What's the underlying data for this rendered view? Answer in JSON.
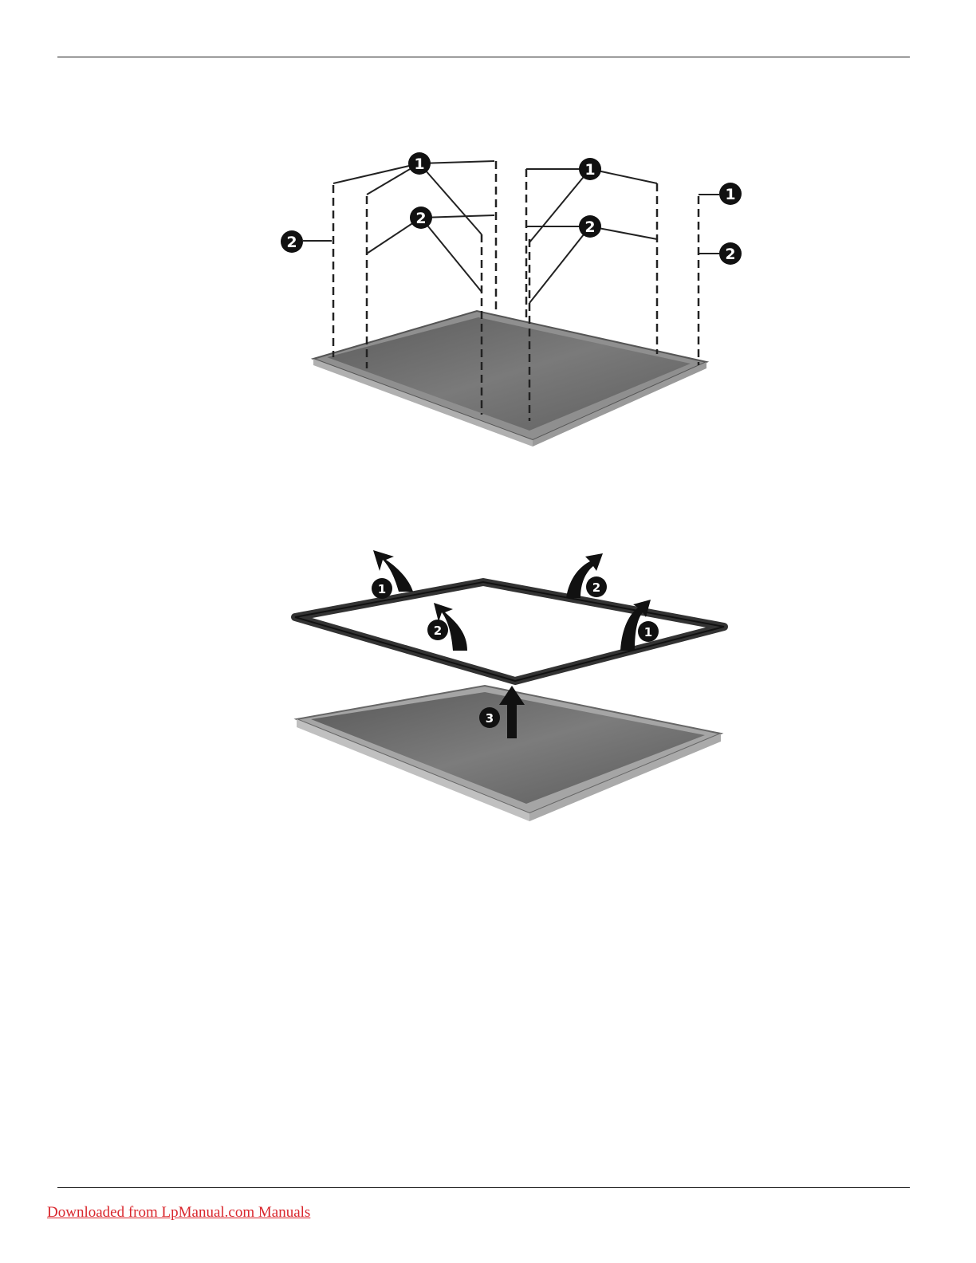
{
  "callouts": {
    "one": "1",
    "two": "2",
    "three": "3"
  },
  "footer": {
    "link_text": "Downloaded from LpManual.com Manuals"
  },
  "colors": {
    "rule": "#1a1a1a",
    "link": "#d9262c",
    "panel": "#6b6b6b",
    "badge": "#111111"
  }
}
